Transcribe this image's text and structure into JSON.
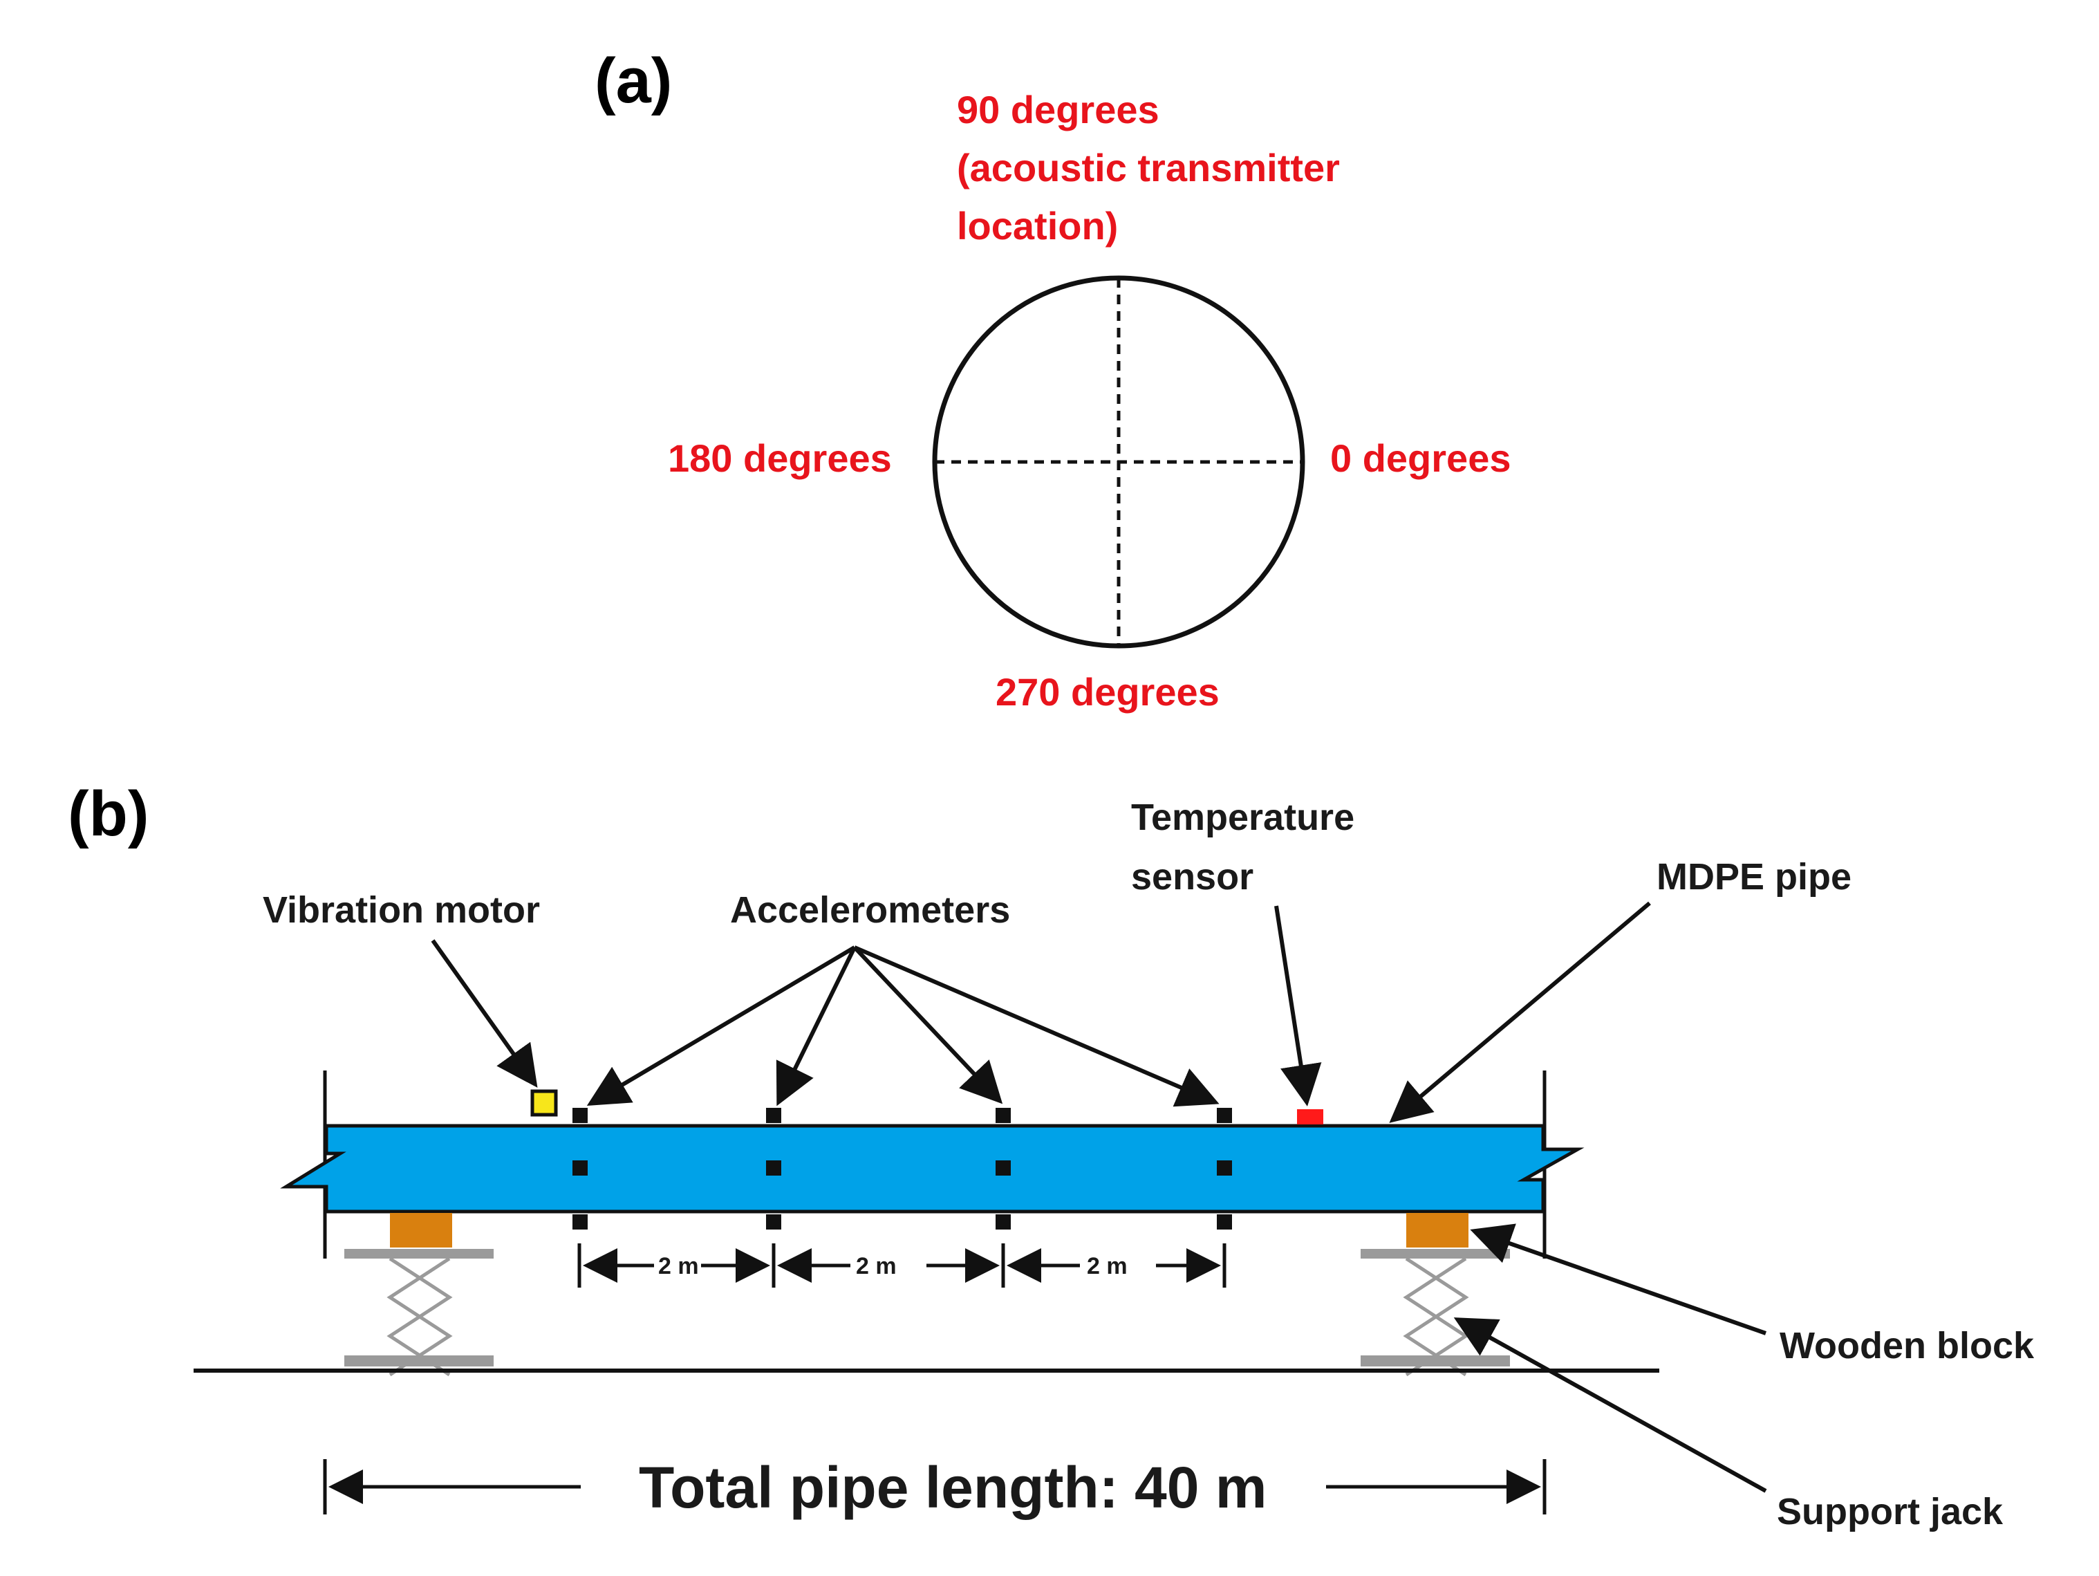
{
  "panel_a": {
    "label": "(a)",
    "angle_90_line1": "90 degrees",
    "angle_90_line2": "(acoustic transmitter",
    "angle_90_line3": "location)",
    "angle_180": "180 degrees",
    "angle_0": "0 degrees",
    "angle_270": "270 degrees"
  },
  "panel_b": {
    "label": "(b)",
    "vibration_motor": "Vibration motor",
    "accelerometers": "Accelerometers",
    "temperature_sensor_line1": "Temperature",
    "temperature_sensor_line2": "sensor",
    "mdpe_pipe": "MDPE pipe",
    "wooden_block": "Wooden block",
    "support_jack": "Support jack",
    "spacing_1": "2 m",
    "spacing_2": "2 m",
    "spacing_3": "2 m",
    "total_length": "Total pipe length: 40 m"
  },
  "colors": {
    "angle_text": "#e8141c",
    "pipe_fill": "#00a2e8",
    "wooden_block": "#d9800f",
    "jack_grey": "#9a9a9a",
    "motor_yellow": "#f7e61b",
    "temperature_sensor_red": "#ff1a1a",
    "sensor_black": "#111111"
  }
}
